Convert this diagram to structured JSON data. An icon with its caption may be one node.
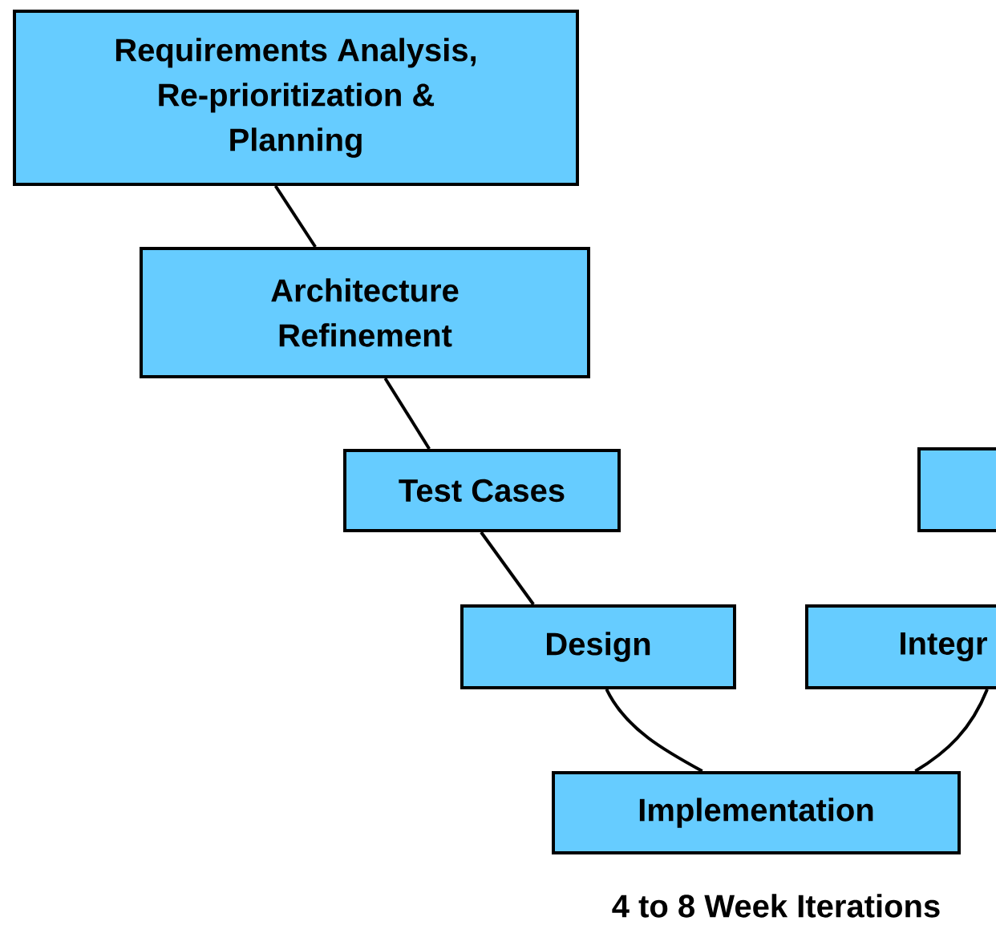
{
  "diagram": {
    "nodes": [
      {
        "text": [
          "Requirements Analysis, Re-prioritization & Planning"
        ]
      },
      {
        "text": [
          "Architecture Refinement"
        ]
      },
      {
        "text": [
          "Test Cases"
        ]
      },
      {
        "text": [
          "Design"
        ]
      },
      {
        "text": [
          "Implementation"
        ]
      },
      {
        "text": [
          "Integr"
        ]
      },
      {
        "text": [],
        "shape": "box"
      }
    ],
    "edges": [
      {
        "from": 0,
        "to": 1,
        "arrow": "none"
      },
      {
        "from": 1,
        "to": 2,
        "arrow": "none"
      },
      {
        "from": 2,
        "to": 3,
        "arrow": "none"
      },
      {
        "from": 3,
        "to": 4,
        "arrow": "none"
      },
      {
        "from": 4,
        "to": 5,
        "arrow": "none"
      }
    ],
    "labels": [
      "4 to 8 Week Iterations"
    ]
  }
}
